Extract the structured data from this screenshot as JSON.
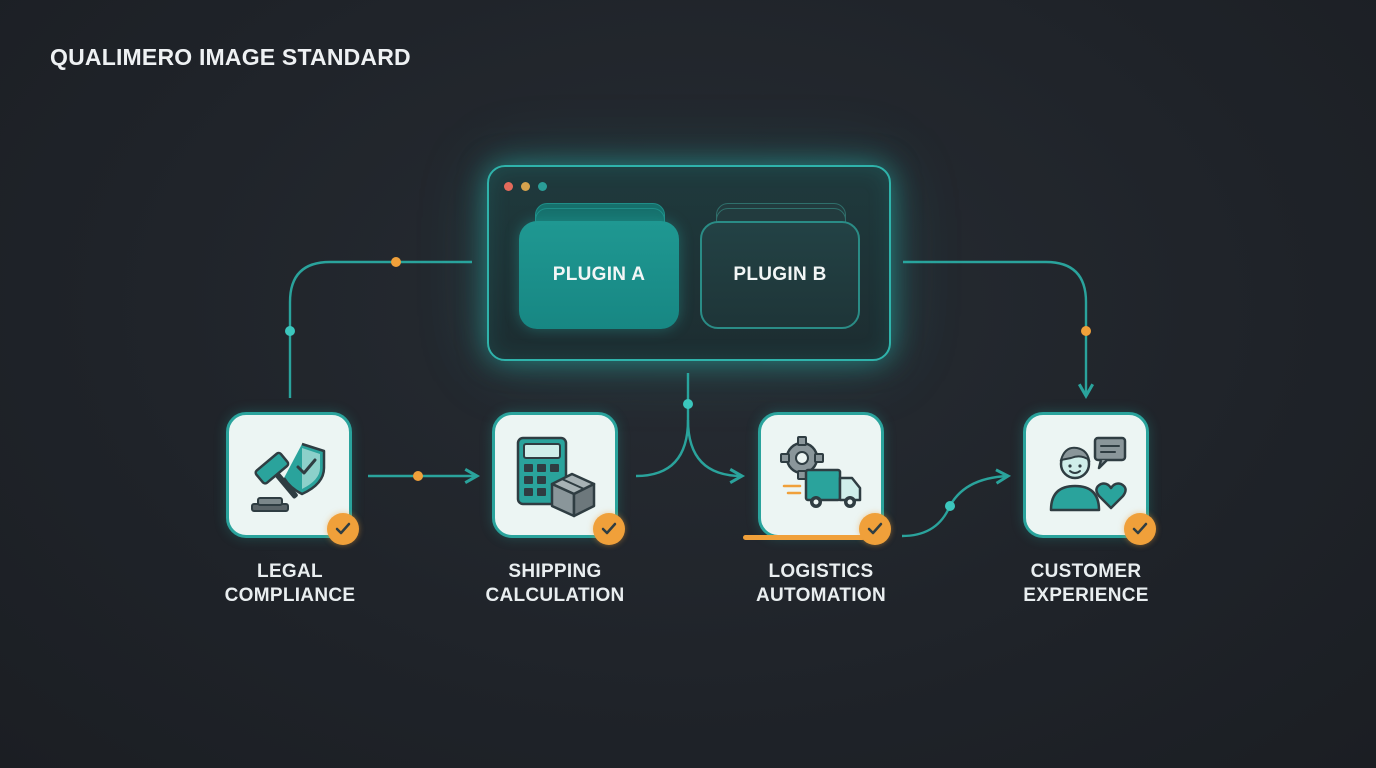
{
  "title": "QUALIMERO IMAGE STANDARD",
  "plugins": [
    {
      "label": "PLUGIN A"
    },
    {
      "label": "PLUGIN B"
    }
  ],
  "steps": [
    {
      "label_line1": "LEGAL",
      "label_line2": "COMPLIANCE",
      "icon": "gavel-shield-icon"
    },
    {
      "label_line1": "SHIPPING",
      "label_line2": "CALCULATION",
      "icon": "calculator-box-icon"
    },
    {
      "label_line1": "LOGISTICS",
      "label_line2": "AUTOMATION",
      "icon": "gear-truck-icon"
    },
    {
      "label_line1": "CUSTOMER",
      "label_line2": "EXPERIENCE",
      "icon": "person-chat-heart-icon"
    }
  ],
  "colors": {
    "background": "#1f2329",
    "accent_teal": "#2aa39c",
    "accent_orange": "#f0a03a",
    "card_fill": "#ecf5f3",
    "text": "#e9eef0"
  }
}
